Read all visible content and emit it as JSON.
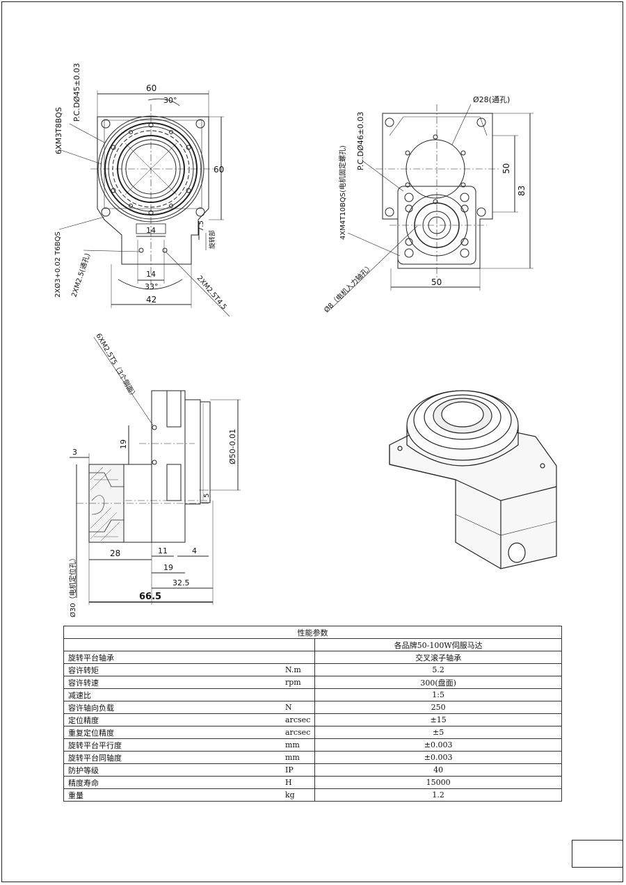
{
  "drawing": {
    "top_view": {
      "dim_width": "60",
      "dim_height": "60",
      "angle_top": "30°",
      "pcd": "P.C.DØ45±0.03",
      "thread_top": "6XM3T8BQS",
      "pin_hole": "2XØ3+0.02 T6BQS",
      "pin_tol_upper": "+0.02",
      "pin_tol_lower": "0",
      "tap_through": "2XM2.5(通孔)",
      "tap_depth": "2XM2.5T4.5",
      "dim_14_a": "14",
      "dim_14_b": "14",
      "dim_33deg": "33°",
      "dim_42": "42",
      "dim_7_5": "7.5",
      "rotating_part": "旋转部"
    },
    "motor_view": {
      "bore": "Ø28(通孔)",
      "pcd": "P.C.DØ46±0.03",
      "thread": "4XM4T10BQS(电机固定螺孔)",
      "input_shaft": "Ø8（电机入力轴孔）",
      "dim_50_h": "50",
      "dim_83": "83",
      "dim_50_w": "50"
    },
    "side_view": {
      "thread_side": "6XM2.5T5（3个侧面）",
      "dim_19_v": "19",
      "dim_3": "3",
      "dim_50_dia": "Ø50-0.01",
      "dim_50_tol": "0 -0.01",
      "dim_5": "5",
      "dim_28": "28",
      "dim_11": "11",
      "dim_4": "4",
      "dim_19_h": "19",
      "dim_32_5": "32.5",
      "dim_66_5": "66.5",
      "motor_locate": "Ø30（电机定位孔）"
    }
  },
  "table": {
    "title": "性能参数",
    "header_value": "各品牌50-100W伺服马达",
    "rows": [
      {
        "label": "旋转平台轴承",
        "unit": "",
        "value": "交叉滚子轴承"
      },
      {
        "label": "容许转矩",
        "unit": "N.m",
        "value": "5.2"
      },
      {
        "label": "容许转速",
        "unit": "rpm",
        "value": "300(盘面)"
      },
      {
        "label": "减速比",
        "unit": "",
        "value": "1:5"
      },
      {
        "label": "容许轴向负载",
        "unit": "N",
        "value": "250"
      },
      {
        "label": "定位精度",
        "unit": "arcsec",
        "value": "±15"
      },
      {
        "label": "重复定位精度",
        "unit": "arcsec",
        "value": "±5"
      },
      {
        "label": "旋转平台平行度",
        "unit": "mm",
        "value": "±0.003"
      },
      {
        "label": "旋转平台同轴度",
        "unit": "mm",
        "value": "±0.003"
      },
      {
        "label": "防护等级",
        "unit": "IP",
        "value": "40"
      },
      {
        "label": "精度寿命",
        "unit": "H",
        "value": "15000"
      },
      {
        "label": "重量",
        "unit": "kg",
        "value": "1.2"
      }
    ]
  }
}
